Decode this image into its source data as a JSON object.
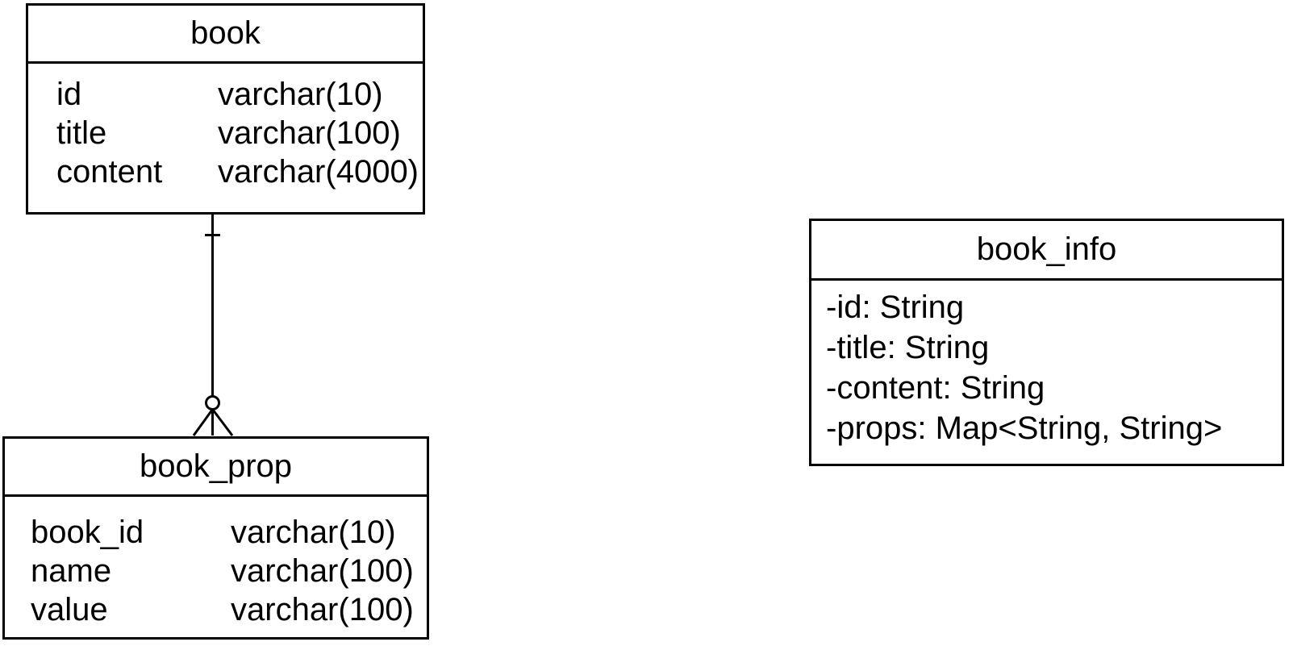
{
  "diagram": {
    "type": "entity-relationship-and-class-diagram",
    "colors": {
      "stroke": "#000000",
      "text": "#000000",
      "background": "#ffffff"
    },
    "entities": [
      {
        "title": "book",
        "kind": "table",
        "rows": [
          {
            "name": "id",
            "type": "varchar(10)"
          },
          {
            "name": "title",
            "type": "varchar(100)"
          },
          {
            "name": "content",
            "type": "varchar(4000)"
          }
        ]
      },
      {
        "title": "book_prop",
        "kind": "table",
        "rows": [
          {
            "name": "book_id",
            "type": "varchar(10)"
          },
          {
            "name": "name",
            "type": "varchar(100)"
          },
          {
            "name": "value",
            "type": "varchar(100)"
          }
        ]
      },
      {
        "title": "book_info",
        "kind": "class",
        "rows": [
          {
            "text": "-id: String"
          },
          {
            "text": "-title: String"
          },
          {
            "text": "-content: String"
          },
          {
            "text": "-props: Map<String, String>"
          }
        ]
      }
    ],
    "relationships": [
      {
        "from": "book",
        "to": "book_prop",
        "from_cardinality": "exactly-one (tick)",
        "to_cardinality": "zero-or-many (circle + crow's foot)",
        "notation": "crow-foot"
      }
    ]
  }
}
